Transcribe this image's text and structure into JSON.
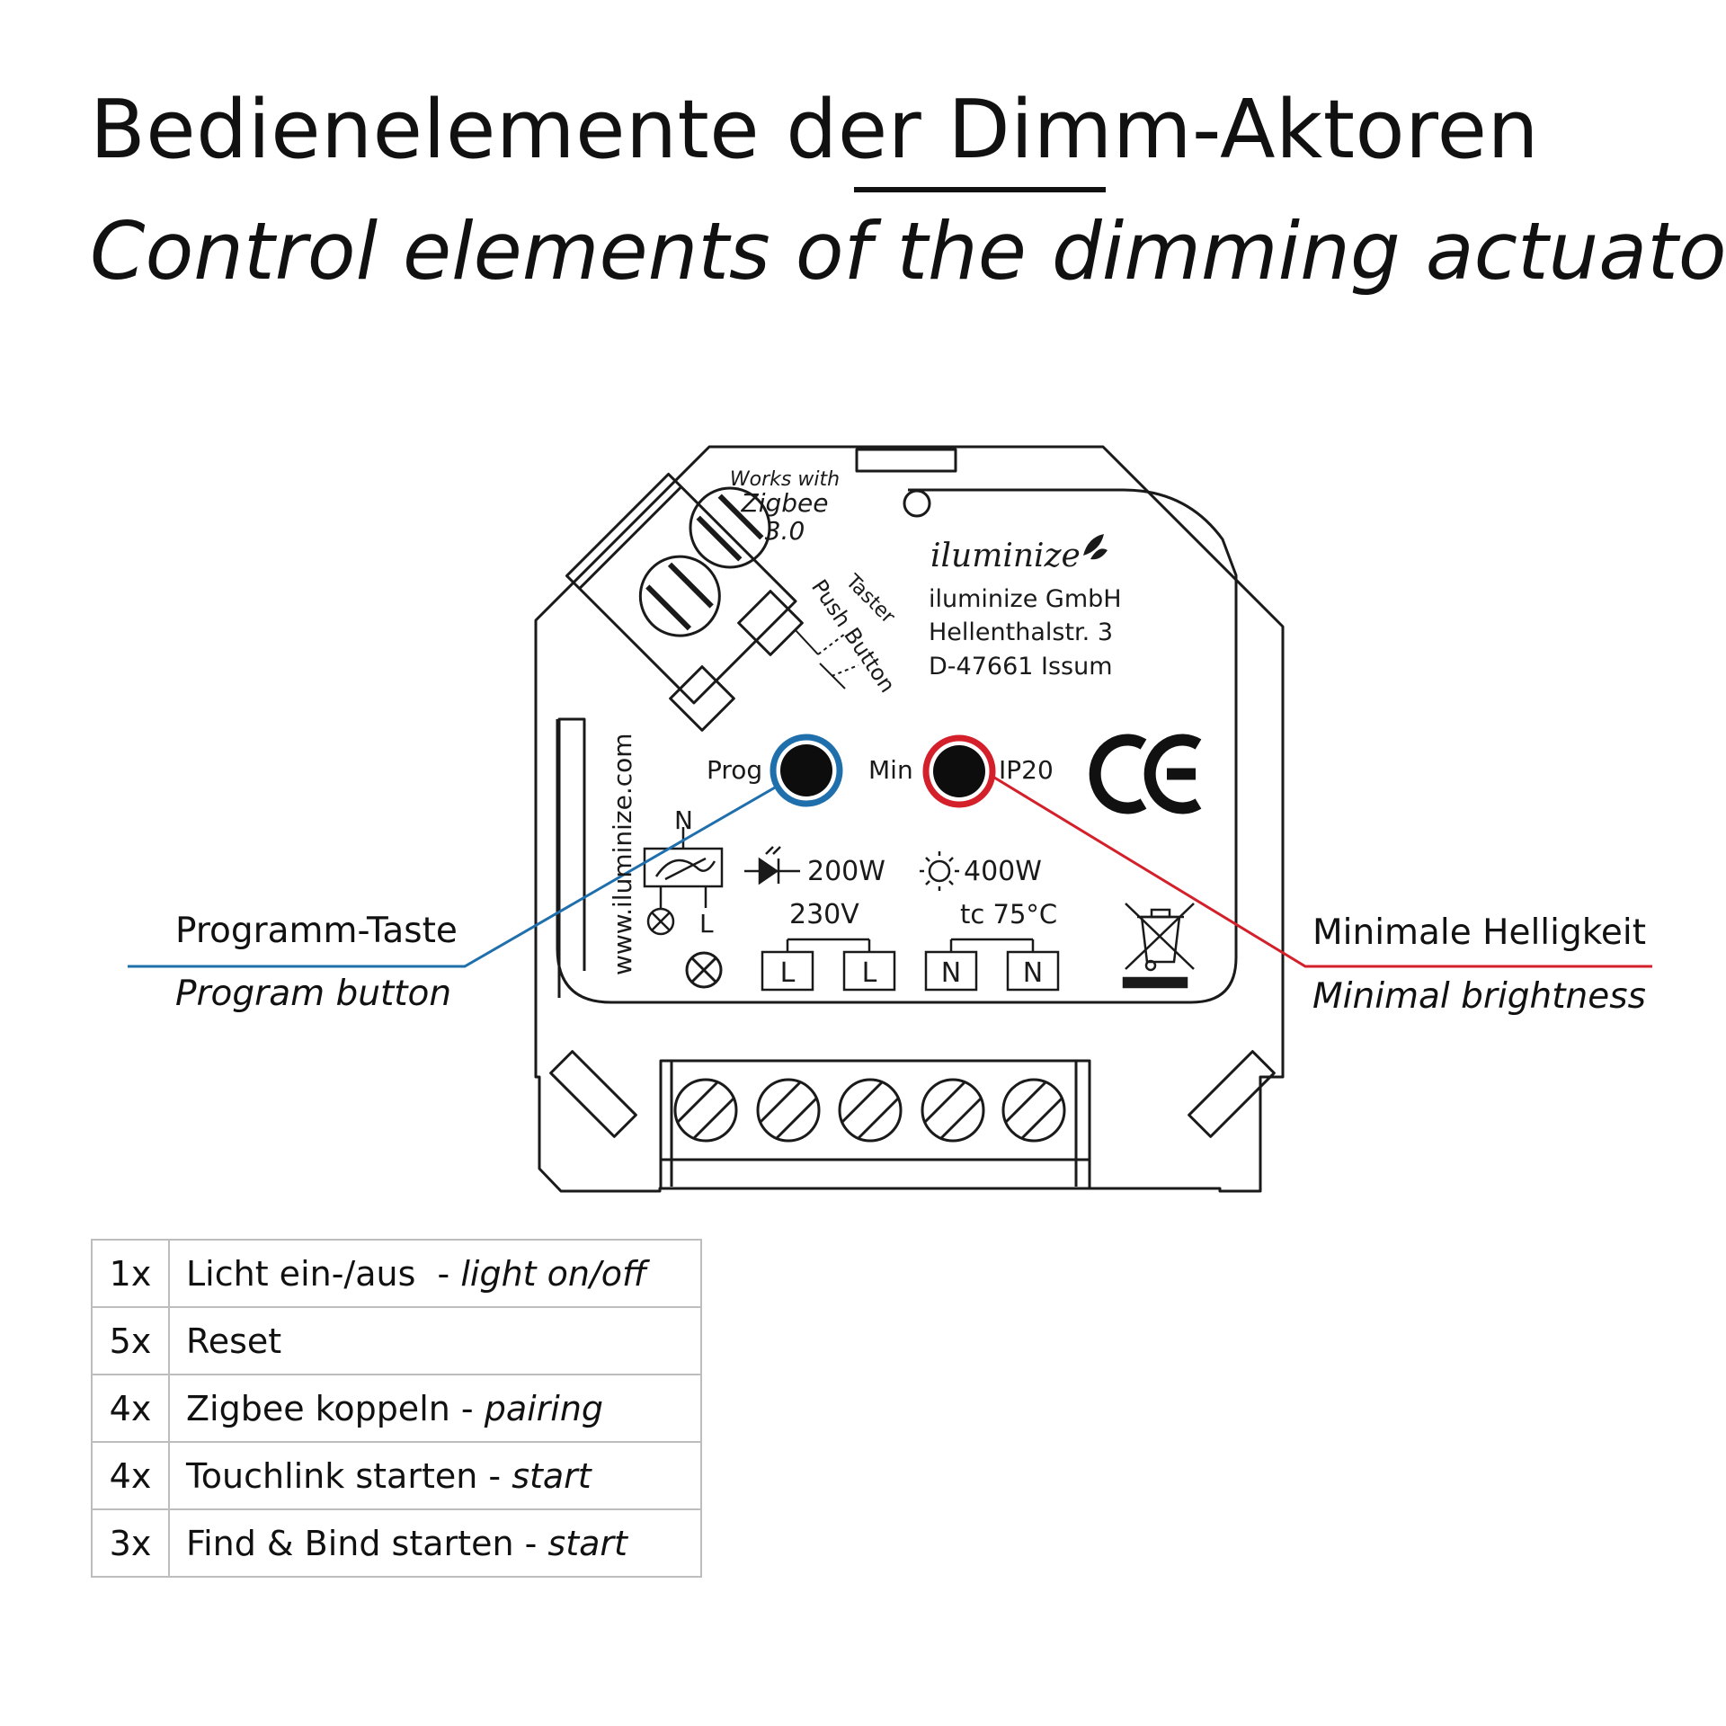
{
  "header": {
    "title": "Bedienelemente der Dimm-Aktoren",
    "subtitle": "Control elements of the dimming actuators"
  },
  "device": {
    "works_with_line1": "Works with",
    "works_with_line2": "Zigbee",
    "works_with_line3": "3.0",
    "taster_line1": "Taster",
    "taster_line2": "Push Button",
    "brand": "iluminize",
    "company": "iluminize GmbH",
    "street": "Hellenthalstr. 3",
    "city": "D-47661 Issum",
    "website": "www.iluminize.com",
    "prog_label": "Prog",
    "min_label": "Min",
    "ip_rating": "IP20",
    "ce_mark": "CE",
    "n_label": "N",
    "l_label": "L",
    "led_power": "200W",
    "lamp_power": "400W",
    "voltage": "230V",
    "temperature": "tc 75°C",
    "terminals": [
      "L",
      "L",
      "N",
      "N"
    ]
  },
  "callouts": {
    "program_de": "Programm-Taste",
    "program_en": "Program button",
    "min_de": "Minimale Helligkeit",
    "min_en": "Minimal brightness"
  },
  "colors": {
    "prog_ring": "#1f6fad",
    "min_ring": "#d4202a",
    "line_art": "#1a1a1a"
  },
  "operations": [
    {
      "count": "1x",
      "text": "Licht ein-/aus  - ",
      "italic": "light on/off"
    },
    {
      "count": "5x",
      "text": "Reset",
      "italic": ""
    },
    {
      "count": "4x",
      "text": "Zigbee koppeln - ",
      "italic": "pairing"
    },
    {
      "count": "4x",
      "text": "Touchlink starten - ",
      "italic": "start"
    },
    {
      "count": "3x",
      "text": "Find & Bind starten - ",
      "italic": "start"
    }
  ]
}
